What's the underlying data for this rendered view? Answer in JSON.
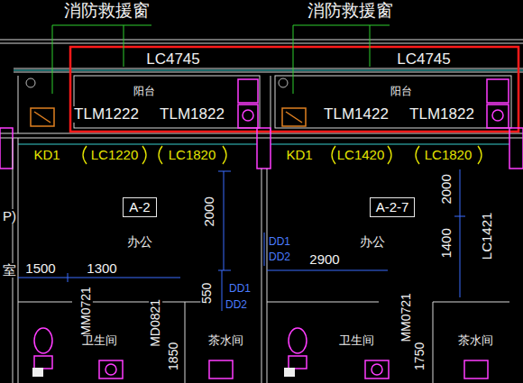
{
  "diagram": {
    "nodes": [
      {
        "text": [
          "A-2"
        ]
      },
      {
        "text": [
          "A-2-7"
        ]
      }
    ],
    "labels": [
      "消防救援窗",
      "消防救援窗",
      "LC4745",
      "LC4745",
      "阳台",
      "阳台",
      "TLM1222",
      "TLM1822",
      "TLM1422",
      "TLM1822",
      "KD1",
      "LC1220",
      "LC1820",
      "KD1",
      "LC1420",
      "LC1820",
      "办公",
      "办公",
      "2000",
      "2000",
      "1400",
      "LC1421",
      "DD1",
      "DD2",
      "DD1",
      "DD2",
      "1500",
      "1300",
      "2900",
      "550",
      "MM0721",
      "MD0821",
      "1850",
      "MM0721",
      "1750",
      "卫生间",
      "茶水间",
      "卫生间",
      "茶水间",
      "室",
      "P)"
    ]
  }
}
